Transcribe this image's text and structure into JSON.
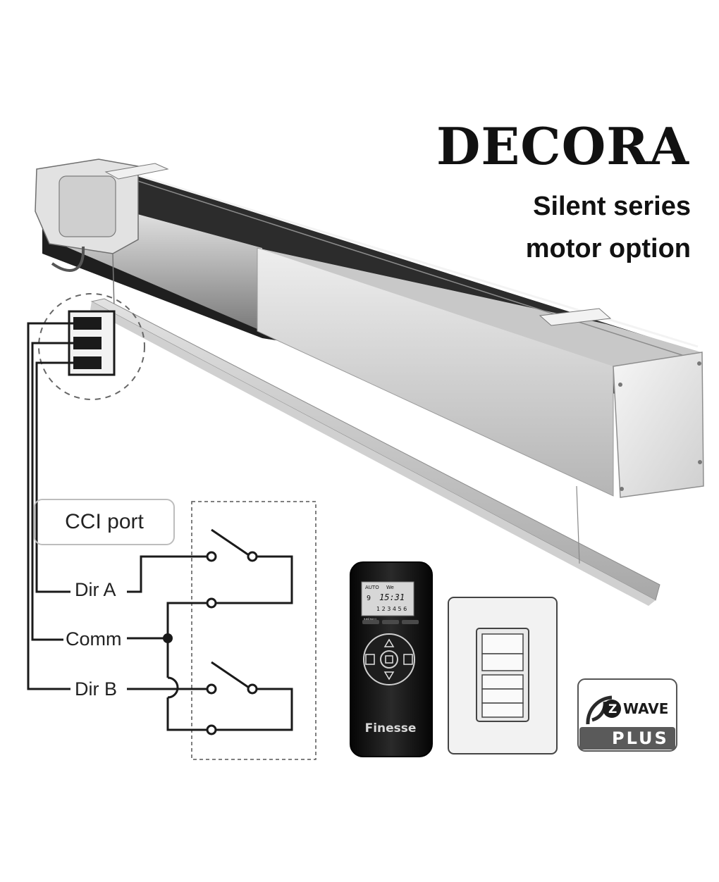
{
  "brand": {
    "title": "DECORA",
    "subtitle_line1": "Silent series",
    "subtitle_line2": "motor option"
  },
  "wiring": {
    "port_label": "CCI port",
    "terminals": [
      "Dir A",
      "Comm",
      "Dir B"
    ]
  },
  "remote": {
    "brand_label": "Finesse",
    "display_mode": "AUTO",
    "display_day": "We",
    "display_time": "15:31",
    "display_week": "9",
    "display_channels": "1 2 3 4 5 6",
    "menu_label": "MENU"
  },
  "zwave_badge": {
    "z_letter": "Z",
    "wave_text": "WAVE",
    "plus_text": "PLUS"
  },
  "colors": {
    "ink": "#111111",
    "line": "#1a1a1a",
    "dashed": "#555555",
    "housing_light": "#d9d9d9",
    "housing_dark": "#2a2a2a",
    "remote_body": "#151515"
  }
}
